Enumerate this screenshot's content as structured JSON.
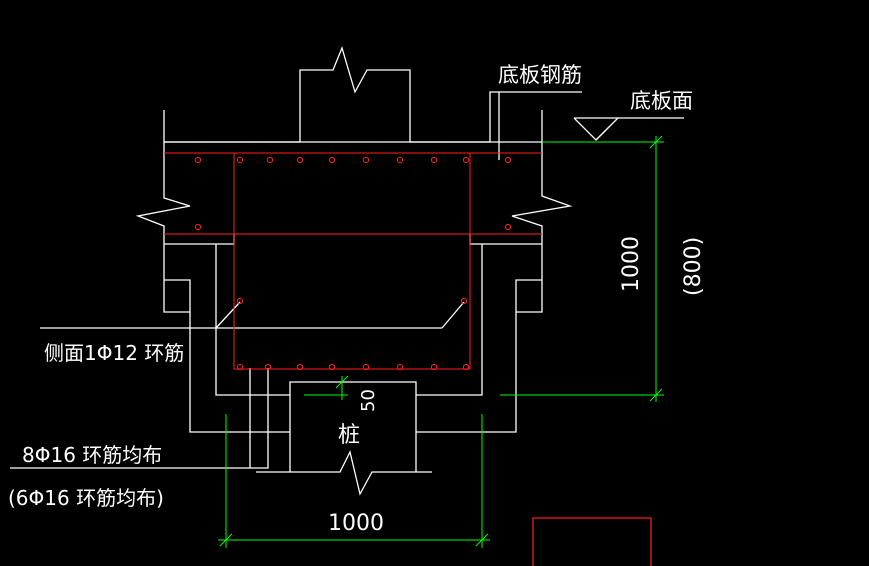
{
  "labels": {
    "slab_rebar": "底板钢筋",
    "slab_surface": "底板面",
    "side_ring": "侧面1Φ12 环筋",
    "ring_main": "8Φ16 环筋均布",
    "ring_alt": "(6Φ16 环筋均布)",
    "pile": "桩"
  },
  "dimensions": {
    "depth": "1000",
    "depth_alt": "(800)",
    "width": "1000",
    "embed": "50"
  },
  "colors": {
    "background": "#000000",
    "outline": "#ffffff",
    "rebar": "#ff2020",
    "dimension": "#00ff00"
  }
}
